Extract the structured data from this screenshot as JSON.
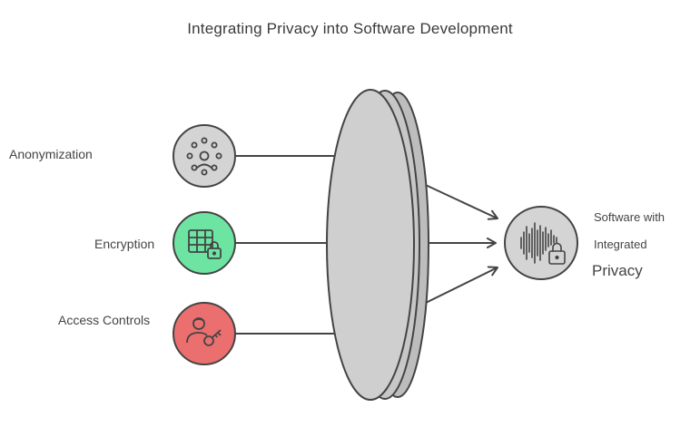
{
  "title": "Integrating Privacy into Software Development",
  "inputs": [
    {
      "label": "Anonymization",
      "icon": "anonymization-icon",
      "color": "#d4d4d4"
    },
    {
      "label": "Encryption",
      "icon": "encryption-table-lock-icon",
      "color": "#6ee4a3"
    },
    {
      "label": "Access Controls",
      "icon": "access-control-user-key-icon",
      "color": "#ec6f6f"
    }
  ],
  "lens": {
    "color": "#cfcfcf"
  },
  "output": {
    "line1": "Software with",
    "line2": "Integrated",
    "line3": "Privacy",
    "icon": "soundwave-lock-icon",
    "color": "#d4d4d4"
  }
}
